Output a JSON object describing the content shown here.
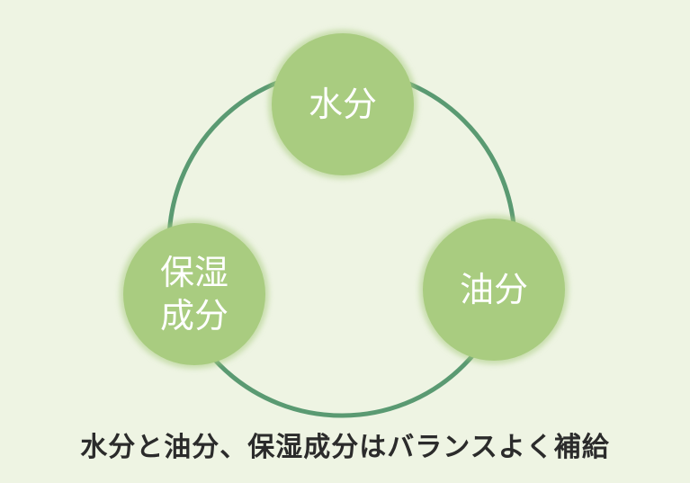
{
  "diagram": {
    "nodes": [
      {
        "lines": [
          "水分"
        ]
      },
      {
        "lines": [
          "油分"
        ]
      },
      {
        "lines": [
          "保湿",
          "成分"
        ]
      }
    ],
    "caption": "水分と油分、保湿成分はバランスよく補給"
  },
  "colors": {
    "background": "#eef4e3",
    "ring": "#5a9a72",
    "node_fill": "#a9cc80",
    "node_text": "#ffffff",
    "caption_text": "#2b2b2b"
  }
}
